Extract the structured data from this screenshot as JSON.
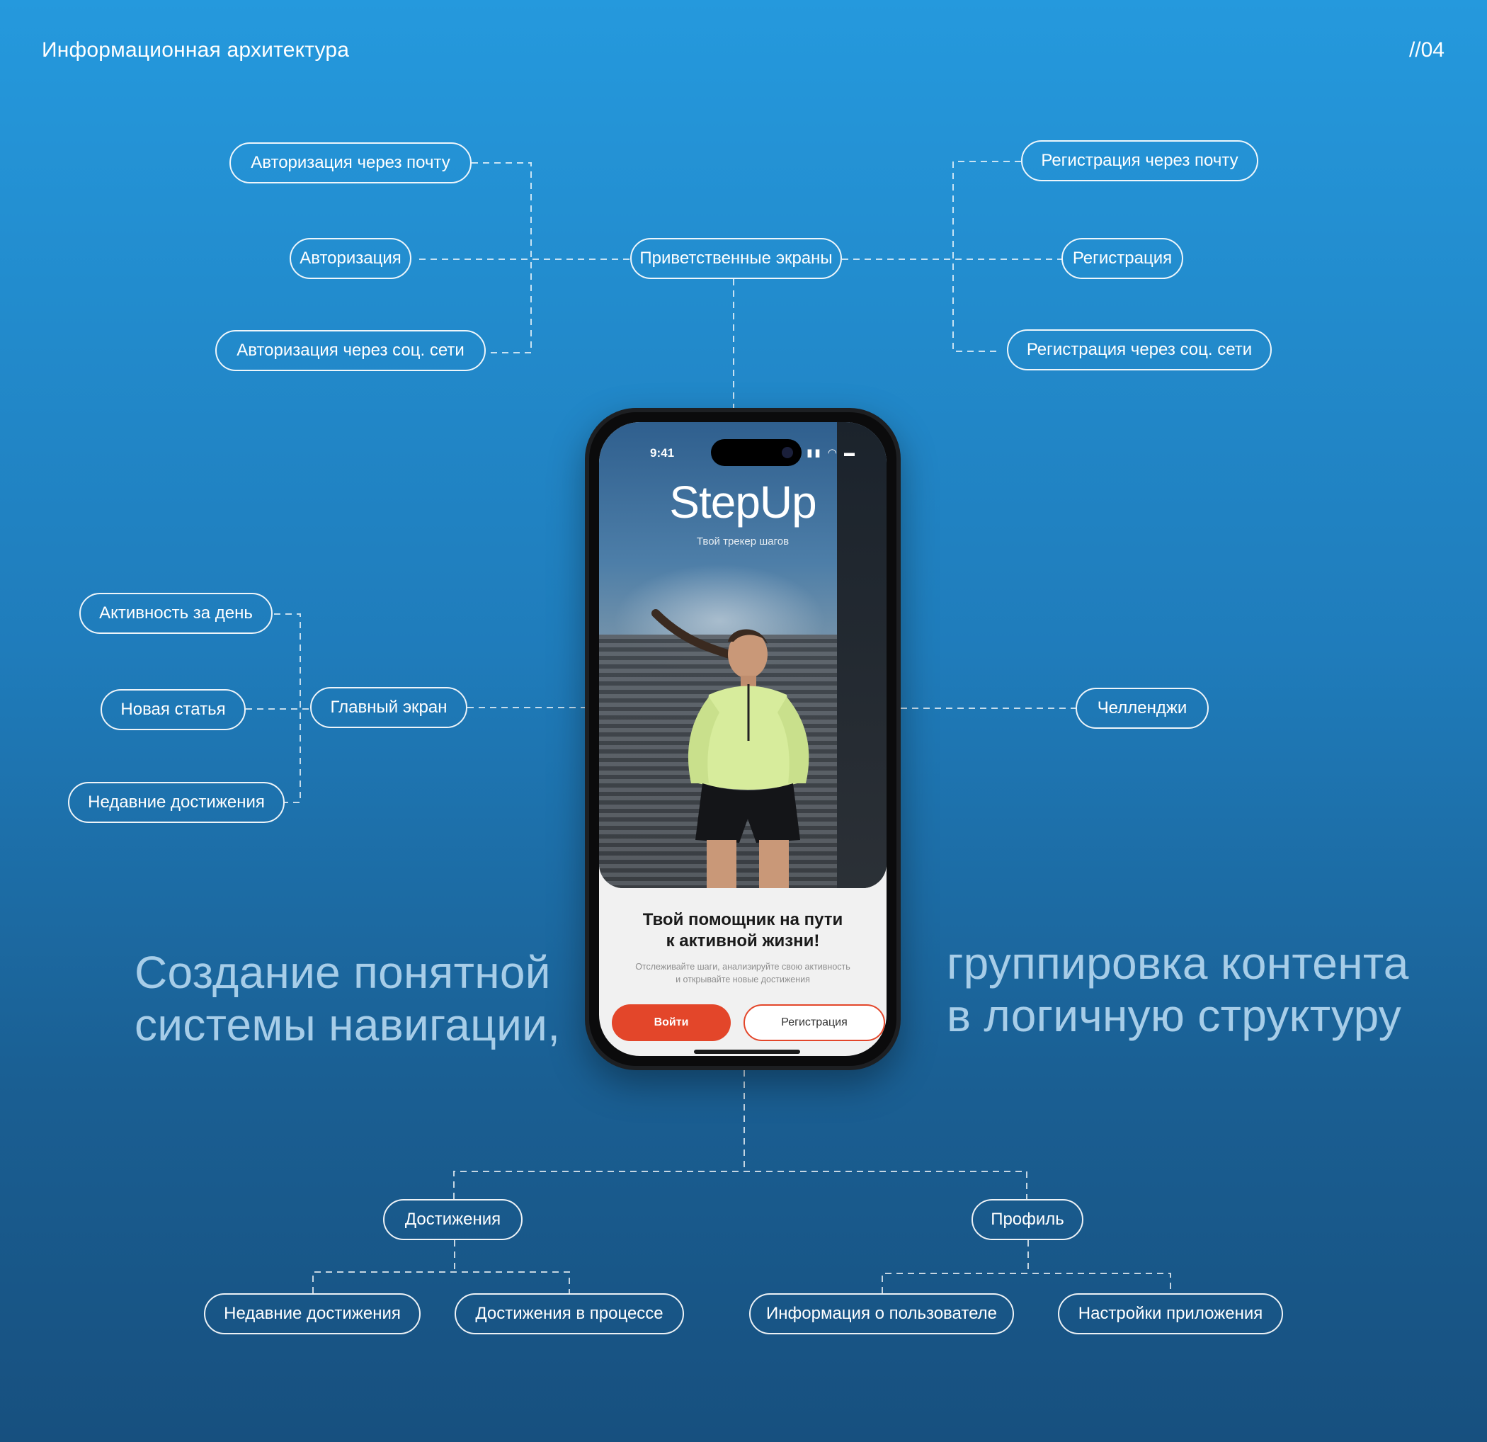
{
  "header": {
    "title": "Информационная архитектура",
    "page_number": "//04"
  },
  "nodes": {
    "auth_email": "Авторизация  через почту",
    "auth": "Авторизация",
    "auth_social": "Авторизация  через соц. сети",
    "welcome": "Приветственные экраны",
    "reg_email": "Регистрация через почту",
    "reg": "Регистрация",
    "reg_social": "Регистрация через соц. сети",
    "activity": "Активность за день",
    "new_article": "Новая статья",
    "recent_left": "Недавние достижения",
    "main_screen": "Главный экран",
    "challenges": "Челленджи",
    "achievements": "Достижения",
    "profile": "Профиль",
    "recent_bottom": "Недавние достижения",
    "in_progress": "Достижения в процессе",
    "user_info": "Информация о пользователе",
    "app_settings": "Настройки приложения"
  },
  "caption": {
    "left_line1": "Создание понятной",
    "left_line2": "системы навигации,",
    "right_line1": "группировка контента",
    "right_line2": "в логичную структуру"
  },
  "phone": {
    "status_time": "9:41",
    "status_icons": "▮▮ ◠ ▬",
    "app_name": "StepUp",
    "tagline": "Твой трекер шагов",
    "sheet_title_line1": "Твой помощник на пути",
    "sheet_title_line2": "к активной жизни!",
    "sheet_desc_line1": "Отслеживайте шаги, анализируйте свою активность",
    "sheet_desc_line2": "и открывайте новые достижения",
    "login_label": "Войти",
    "register_label": "Регистрация",
    "accent_color": "#e3462a"
  }
}
